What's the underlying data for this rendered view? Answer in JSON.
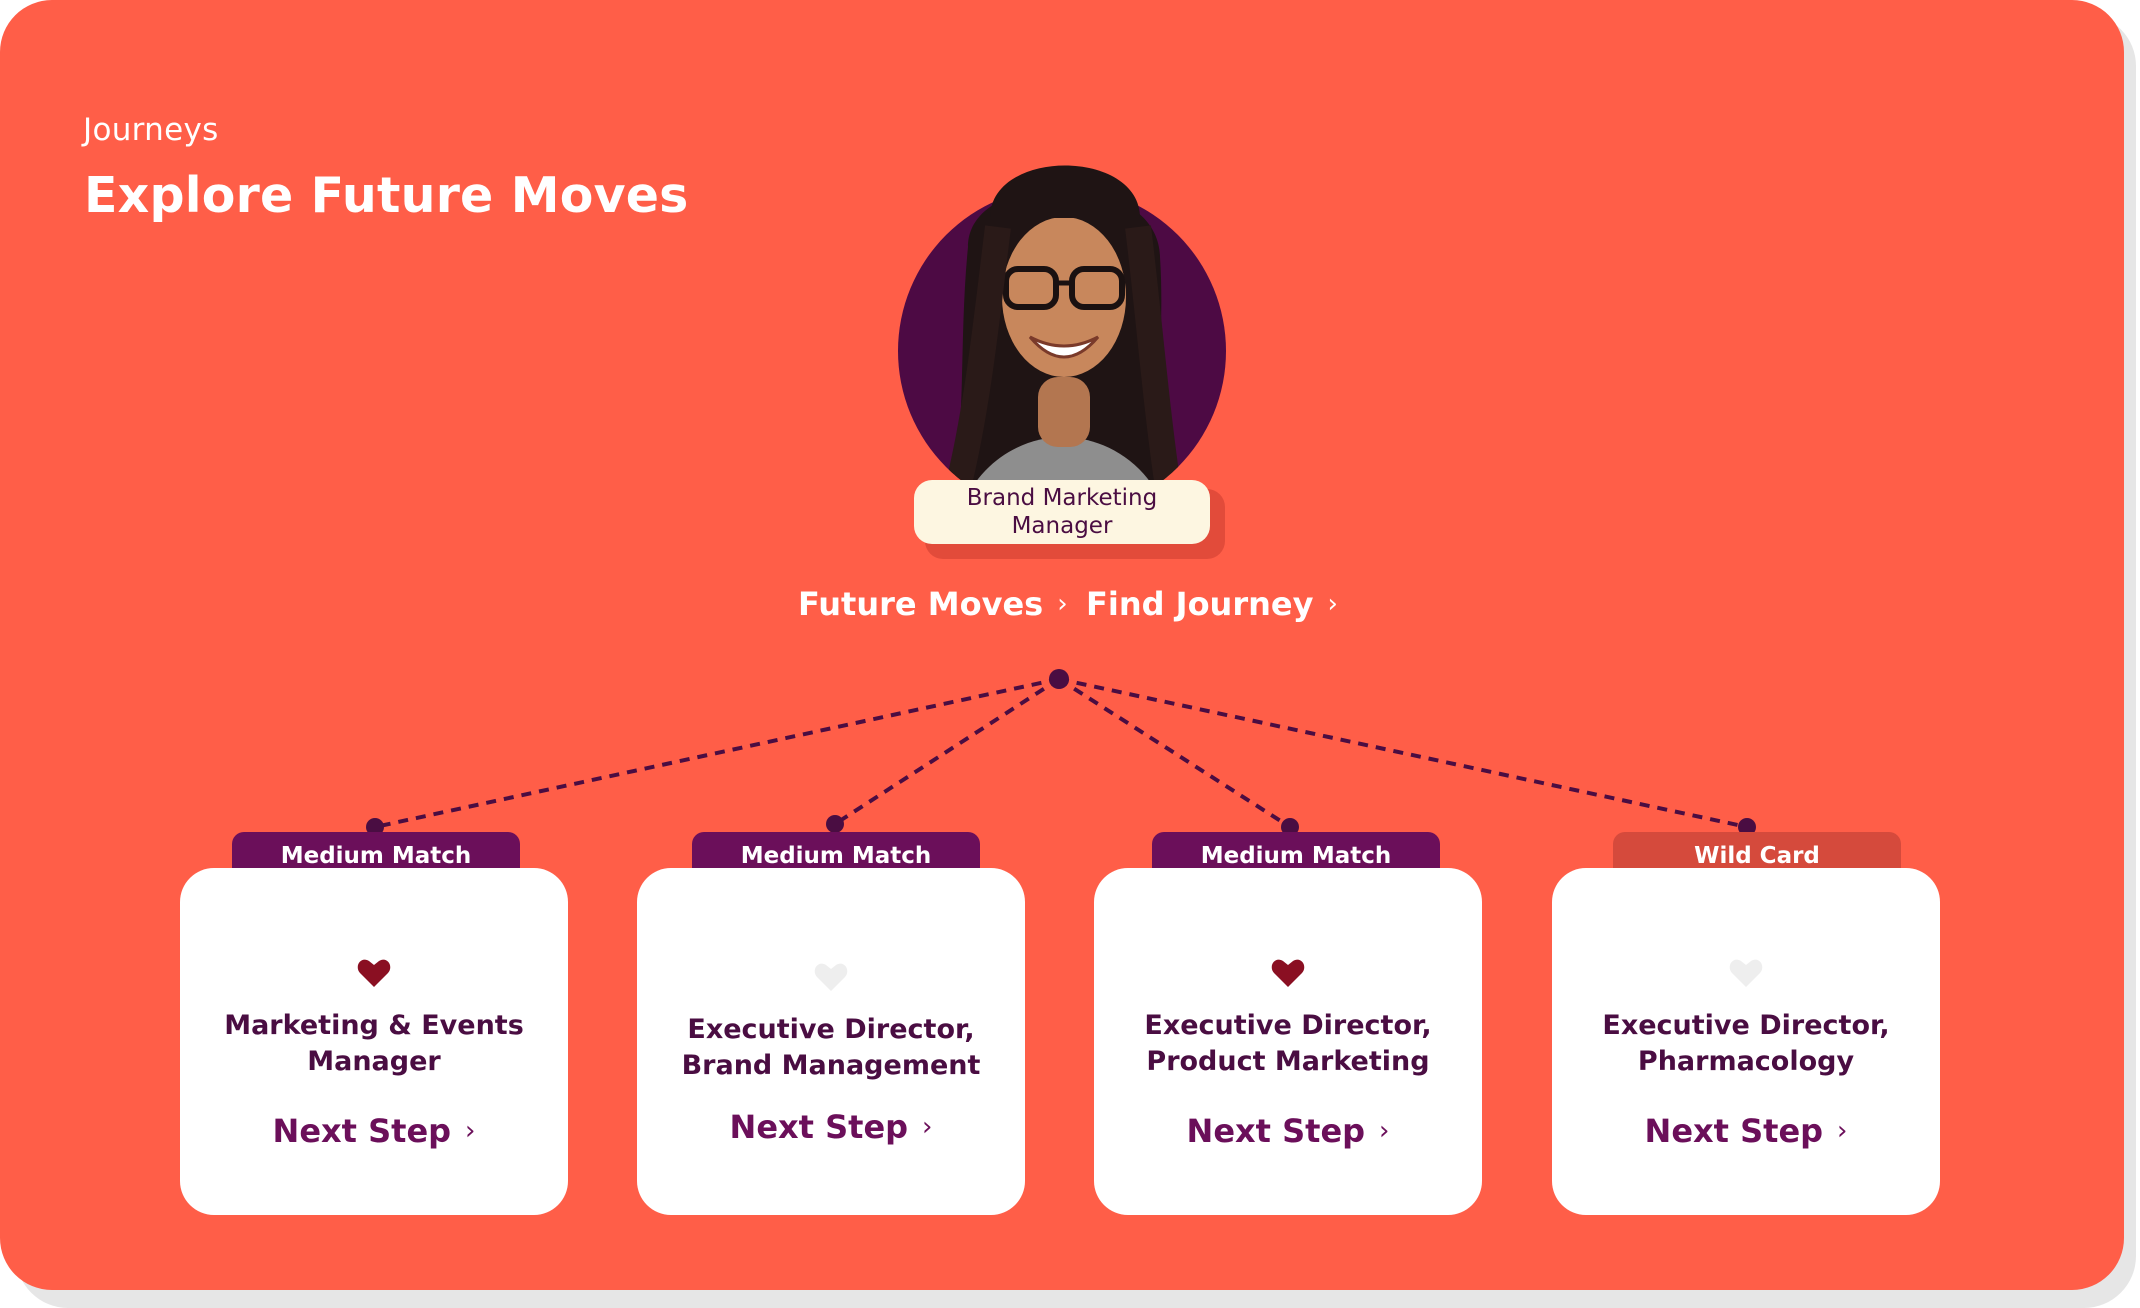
{
  "header": {
    "eyebrow": "Journeys",
    "title": "Explore Future Moves"
  },
  "profile": {
    "role": "Brand Marketing Manager"
  },
  "nav": {
    "future_moves": "Future Moves",
    "find_journey": "Find Journey"
  },
  "cards": [
    {
      "tag": "Medium Match",
      "favorited": true,
      "title_line1": "Marketing & Events",
      "title_line2": "Manager",
      "cta": "Next Step"
    },
    {
      "tag": "Medium Match",
      "favorited": false,
      "title_line1": "Executive Director,",
      "title_line2": "Brand Management",
      "cta": "Next Step"
    },
    {
      "tag": "Medium Match",
      "favorited": true,
      "title_line1": "Executive Director,",
      "title_line2": "Product Marketing",
      "cta": "Next Step"
    },
    {
      "tag": "Wild Card",
      "favorited": false,
      "title_line1": "Executive Director,",
      "title_line2": "Pharmacology",
      "cta": "Next Step"
    }
  ],
  "colors": {
    "background": "#ff5e48",
    "match_tag": "#6b0f5a",
    "wildcard_tag": "#d54a3c",
    "heart_active": "#8a0f22",
    "heart_inactive": "#eeeeee",
    "text_dark": "#4a0d42",
    "chip": "#fdf6e1"
  }
}
